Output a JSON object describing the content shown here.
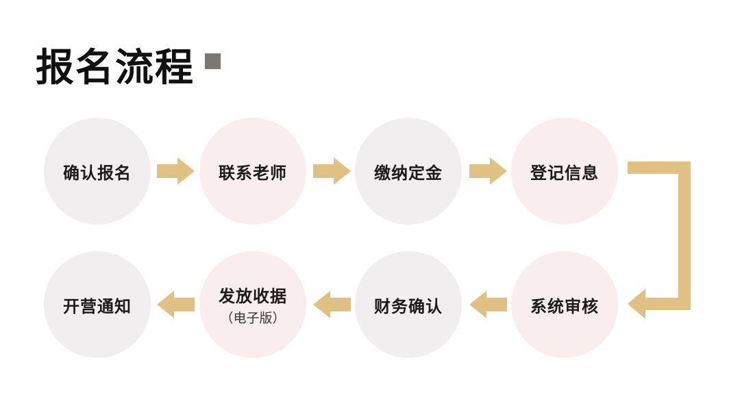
{
  "title": "报名流程",
  "colors": {
    "neutral_circle": "#f0eeee",
    "pink_circle": "#f9eeed",
    "arrow": "#e1c083",
    "title_mark": "#7a7870"
  },
  "steps_row1": [
    {
      "label": "确认报名",
      "color": "neutral"
    },
    {
      "label": "联系老师",
      "color": "pink"
    },
    {
      "label": "缴纳定金",
      "color": "neutral"
    },
    {
      "label": "登记信息",
      "color": "pink"
    }
  ],
  "steps_row2": [
    {
      "label": "系统审核",
      "color": "pink"
    },
    {
      "label": "财务确认",
      "color": "neutral"
    },
    {
      "label": "发放收据",
      "sublabel": "（电子版）",
      "color": "pink"
    },
    {
      "label": "开营通知",
      "color": "neutral"
    }
  ]
}
